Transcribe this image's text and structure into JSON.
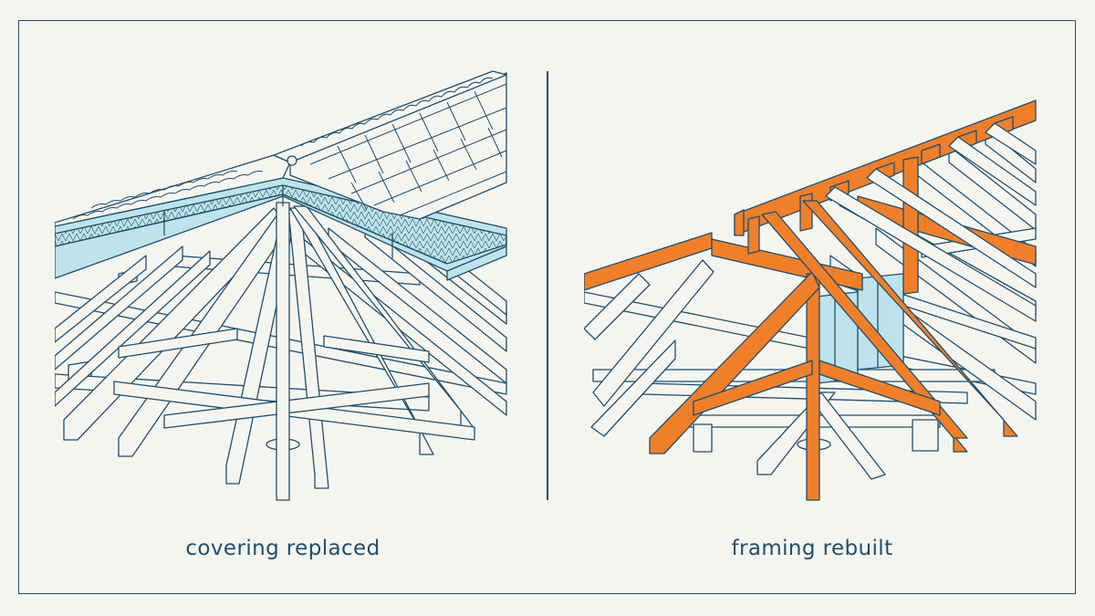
{
  "panels": [
    {
      "caption": "covering replaced",
      "highlight": "roof covering (shingles and underlayment)"
    },
    {
      "caption": "framing rebuilt",
      "highlight": "roof framing (rafters, beams, posts)"
    }
  ],
  "colors": {
    "background": "#f5f5f0",
    "line": "#1f4e6b",
    "highlight_orange": "#f07f2a",
    "highlight_blue": "#bfe3ec"
  }
}
